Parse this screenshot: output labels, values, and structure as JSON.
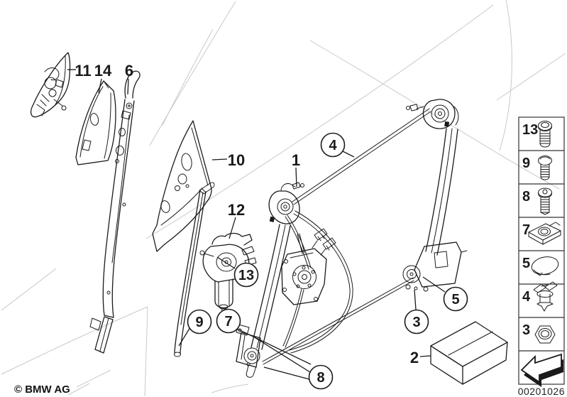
{
  "meta": {
    "copyright": "© BMW AG",
    "part_number": "00201026"
  },
  "callouts": {
    "plain": [
      {
        "label": "11"
      },
      {
        "label": "14"
      },
      {
        "label": "6"
      },
      {
        "label": "10"
      },
      {
        "label": "1"
      },
      {
        "label": "12"
      },
      {
        "label": "2"
      }
    ],
    "circled": [
      {
        "label": "4"
      },
      {
        "label": "13"
      },
      {
        "label": "9"
      },
      {
        "label": "7"
      },
      {
        "label": "8"
      },
      {
        "label": "3"
      },
      {
        "label": "5"
      }
    ]
  },
  "sidebar": {
    "items": [
      {
        "label": "13",
        "icon": "torx-screw-icon"
      },
      {
        "label": "9",
        "icon": "short-screw-icon"
      },
      {
        "label": "8",
        "icon": "flange-screw-icon"
      },
      {
        "label": "7",
        "icon": "cage-nut-icon"
      },
      {
        "label": "5",
        "icon": "cover-cap-icon"
      },
      {
        "label": "4",
        "icon": "expanding-clip-icon"
      },
      {
        "label": "3",
        "icon": "hex-nut-icon"
      },
      {
        "label": "",
        "icon": "direction-arrow-icon"
      }
    ]
  },
  "colors": {
    "line": "#1a1a1a",
    "faint": "#c9c9c9",
    "background": "#ffffff"
  }
}
